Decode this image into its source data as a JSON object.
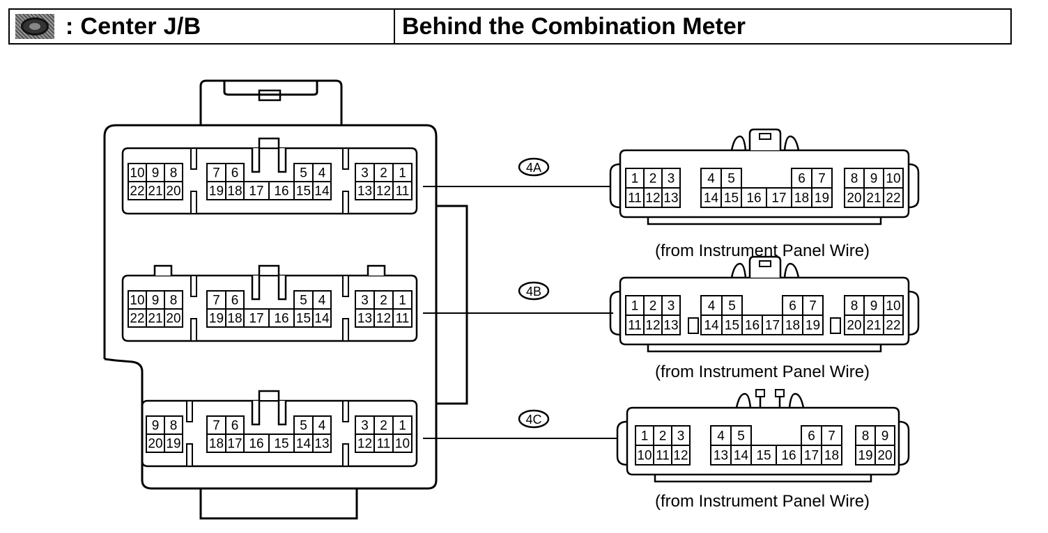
{
  "header": {
    "icon": "junction-block-icon",
    "title": ": Center J/B",
    "location": "Behind the Combination Meter"
  },
  "junction_block": {
    "connectors": [
      {
        "id": "4A",
        "groups": [
          {
            "top": [
              "10",
              "9",
              "8"
            ],
            "bottom": [
              "22",
              "21",
              "20"
            ]
          },
          {
            "top_left": [
              "7",
              "6"
            ],
            "top_right": [
              "5",
              "4"
            ],
            "bottom": [
              "19",
              "18",
              "17",
              "16",
              "15",
              "14"
            ]
          },
          {
            "top": [
              "3",
              "2",
              "1"
            ],
            "bottom": [
              "13",
              "12",
              "11"
            ]
          }
        ]
      },
      {
        "id": "4B",
        "groups": [
          {
            "top": [
              "10",
              "9",
              "8"
            ],
            "bottom": [
              "22",
              "21",
              "20"
            ]
          },
          {
            "top_left": [
              "7",
              "6"
            ],
            "top_right": [
              "5",
              "4"
            ],
            "bottom": [
              "19",
              "18",
              "17",
              "16",
              "15",
              "14"
            ]
          },
          {
            "top": [
              "3",
              "2",
              "1"
            ],
            "bottom": [
              "13",
              "12",
              "11"
            ]
          }
        ]
      },
      {
        "id": "4C",
        "groups": [
          {
            "top": [
              "9",
              "8"
            ],
            "bottom": [
              "20",
              "19"
            ]
          },
          {
            "top_left": [
              "7",
              "6"
            ],
            "top_right": [
              "5",
              "4"
            ],
            "bottom": [
              "18",
              "17",
              "16",
              "15",
              "14",
              "13"
            ]
          },
          {
            "top": [
              "3",
              "2",
              "1"
            ],
            "bottom": [
              "12",
              "11",
              "10"
            ]
          }
        ]
      }
    ]
  },
  "mating_connectors": [
    {
      "tag": "4A",
      "caption": "(from Instrument Panel Wire)",
      "groups": [
        {
          "top": [
            "1",
            "2",
            "3"
          ],
          "bottom": [
            "11",
            "12",
            "13"
          ]
        },
        {
          "top_left": [
            "4",
            "5"
          ],
          "top_right": [
            "6",
            "7"
          ],
          "bottom": [
            "14",
            "15",
            "16",
            "17",
            "18",
            "19"
          ]
        },
        {
          "top": [
            "8",
            "9",
            "10"
          ],
          "bottom": [
            "20",
            "21",
            "22"
          ]
        }
      ]
    },
    {
      "tag": "4B",
      "caption": "(from Instrument Panel Wire)",
      "groups": [
        {
          "top": [
            "1",
            "2",
            "3"
          ],
          "bottom": [
            "11",
            "12",
            "13"
          ]
        },
        {
          "top_left": [
            "4",
            "5"
          ],
          "top_right": [
            "6",
            "7"
          ],
          "bottom": [
            "14",
            "15",
            "16",
            "17",
            "18",
            "19"
          ]
        },
        {
          "top": [
            "8",
            "9",
            "10"
          ],
          "bottom": [
            "20",
            "21",
            "22"
          ]
        }
      ]
    },
    {
      "tag": "4C",
      "caption": "(from Instrument Panel Wire)",
      "groups": [
        {
          "top": [
            "1",
            "2",
            "3"
          ],
          "bottom": [
            "10",
            "11",
            "12"
          ]
        },
        {
          "top_left": [
            "4",
            "5"
          ],
          "top_right": [
            "6",
            "7"
          ],
          "bottom": [
            "13",
            "14",
            "15",
            "16",
            "17",
            "18"
          ]
        },
        {
          "top": [
            "8",
            "9"
          ],
          "bottom": [
            "19",
            "20"
          ]
        }
      ]
    }
  ]
}
